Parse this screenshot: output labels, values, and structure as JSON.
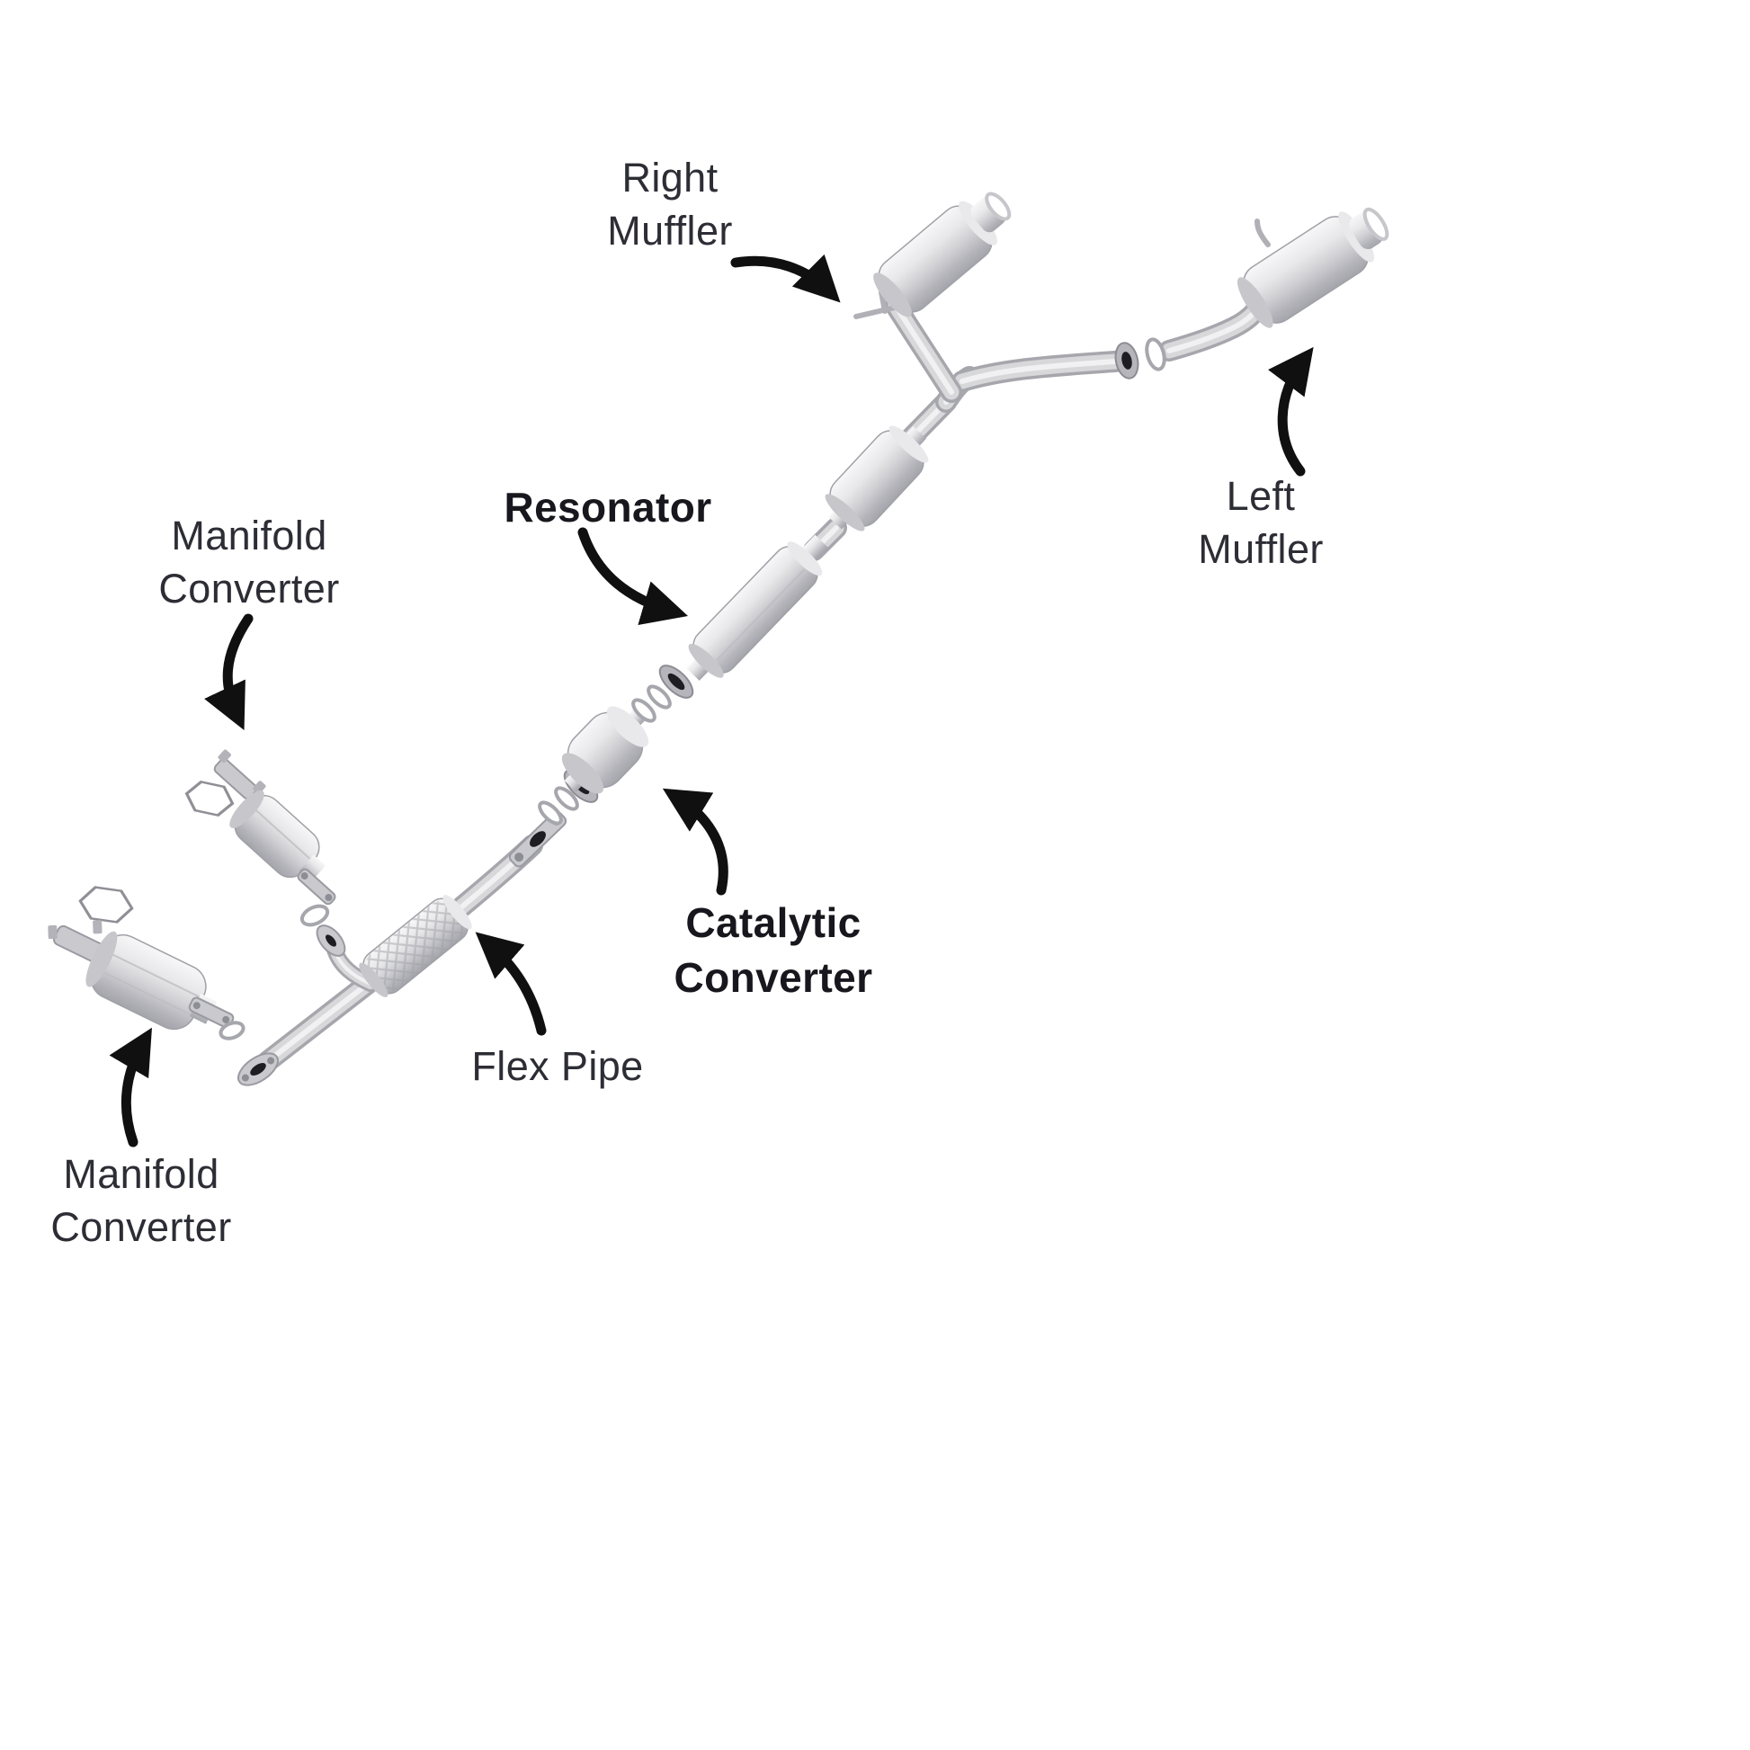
{
  "diagram": {
    "name": "Vehicle exhaust system exploded parts diagram",
    "labels": {
      "right_muffler": [
        "Right",
        "Muffler"
      ],
      "left_muffler": [
        "Left",
        "Muffler"
      ],
      "resonator": [
        "Resonator"
      ],
      "manifold_converter_upper": [
        "Manifold",
        "Converter"
      ],
      "catalytic_converter": [
        "Catalytic",
        "Converter"
      ],
      "flex_pipe": [
        "Flex Pipe"
      ],
      "manifold_converter_lower": [
        "Manifold",
        "Converter"
      ]
    },
    "colors": {
      "background": "#ffffff",
      "label_text": "#2d2d35",
      "bold_label_text": "#17171d",
      "arrow": "#101010",
      "metal_highlight": "#f1f1f3",
      "metal_base": "#d8d8db",
      "metal_shadow": "#a6a6ad"
    }
  }
}
